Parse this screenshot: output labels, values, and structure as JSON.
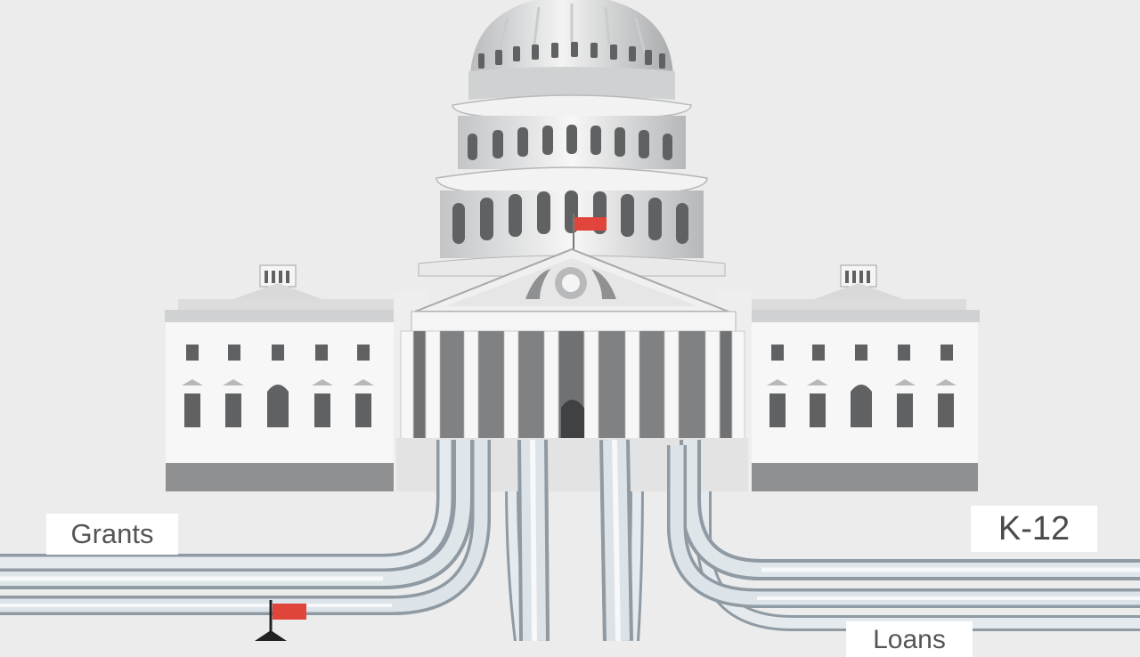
{
  "labels": {
    "grants": "Grants",
    "k12": "K-12",
    "loans": "Loans"
  },
  "colors": {
    "background": "#ececec",
    "building_light": "#f4f4f4",
    "building_mid": "#cfd1d2",
    "building_dark": "#8e9091",
    "window": "#5f6162",
    "flag": "#e0443a",
    "pipe": "#d4dbe1",
    "pipe_edge": "#8f9aa3"
  },
  "icons": [
    "capitol-building-icon",
    "flag-icon",
    "pipe-icon"
  ]
}
